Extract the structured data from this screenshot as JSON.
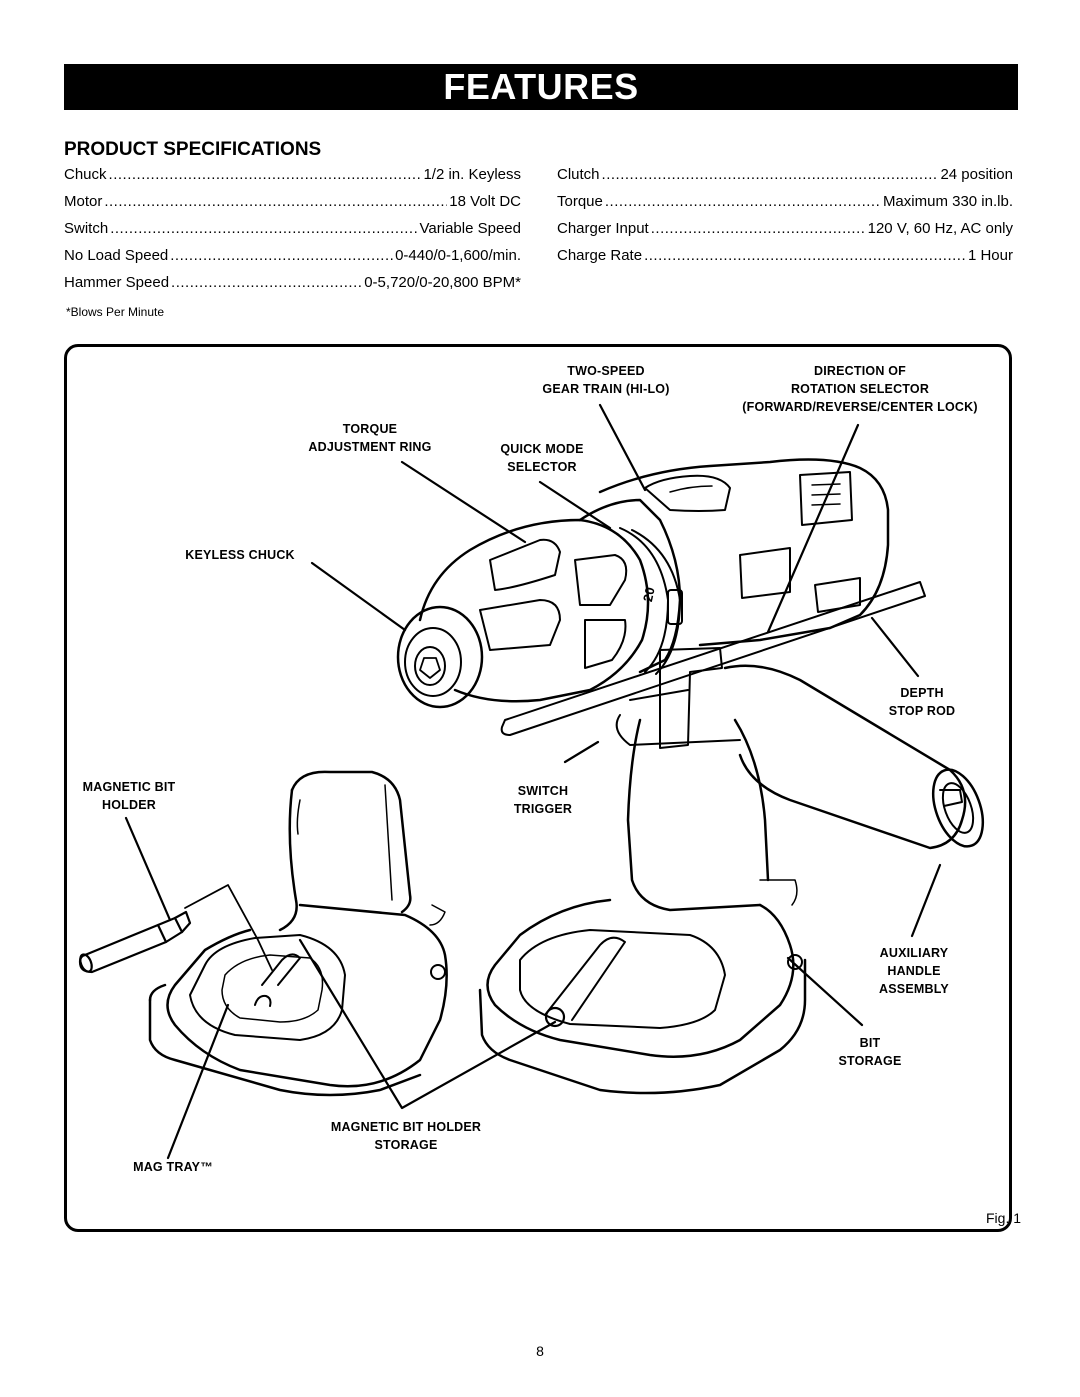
{
  "banner": {
    "title": "FEATURES"
  },
  "specs": {
    "title": "PRODUCT SPECIFICATIONS",
    "left": [
      {
        "label": "Chuck",
        "value": "1/2 in. Keyless"
      },
      {
        "label": "Motor",
        "value": "18 Volt DC"
      },
      {
        "label": "Switch",
        "value": "Variable Speed"
      },
      {
        "label": "No Load Speed",
        "value": "0-440/0-1,600/min."
      },
      {
        "label": "Hammer Speed",
        "value": "0-5,720/0-20,800 BPM*"
      }
    ],
    "right": [
      {
        "label": "Clutch",
        "value": "24 position"
      },
      {
        "label": "Torque",
        "value": "Maximum 330 in.lb."
      },
      {
        "label": "Charger Input",
        "value": "120 V, 60 Hz, AC only"
      },
      {
        "label": "Charge Rate",
        "value": "1 Hour"
      }
    ],
    "footnote": "*Blows Per Minute"
  },
  "figure": {
    "callouts": {
      "two_speed": [
        "TWO-SPEED",
        "GEAR TRAIN (HI-LO)"
      ],
      "direction": [
        "DIRECTION OF",
        "ROTATION SELECTOR",
        "(FORWARD/REVERSE/CENTER LOCK)"
      ],
      "torque": [
        "TORQUE",
        "ADJUSTMENT RING"
      ],
      "quick_mode": [
        "QUICK MODE",
        "SELECTOR"
      ],
      "keyless_chuck": [
        "KEYLESS CHUCK"
      ],
      "depth_stop": [
        "DEPTH",
        "STOP ROD"
      ],
      "magnetic_bit_holder": [
        "MAGNETIC BIT",
        "HOLDER"
      ],
      "switch_trigger": [
        "SWITCH",
        "TRIGGER"
      ],
      "aux_handle": [
        "AUXILIARY",
        "HANDLE",
        "ASSEMBLY"
      ],
      "bit_storage": [
        "BIT",
        "STORAGE"
      ],
      "mbh_storage": [
        "MAGNETIC BIT HOLDER",
        "STORAGE"
      ],
      "mag_tray": [
        "MAG TRAY™"
      ]
    },
    "dial_number": "20",
    "caption": "Fig. 1"
  },
  "page_number": "8"
}
